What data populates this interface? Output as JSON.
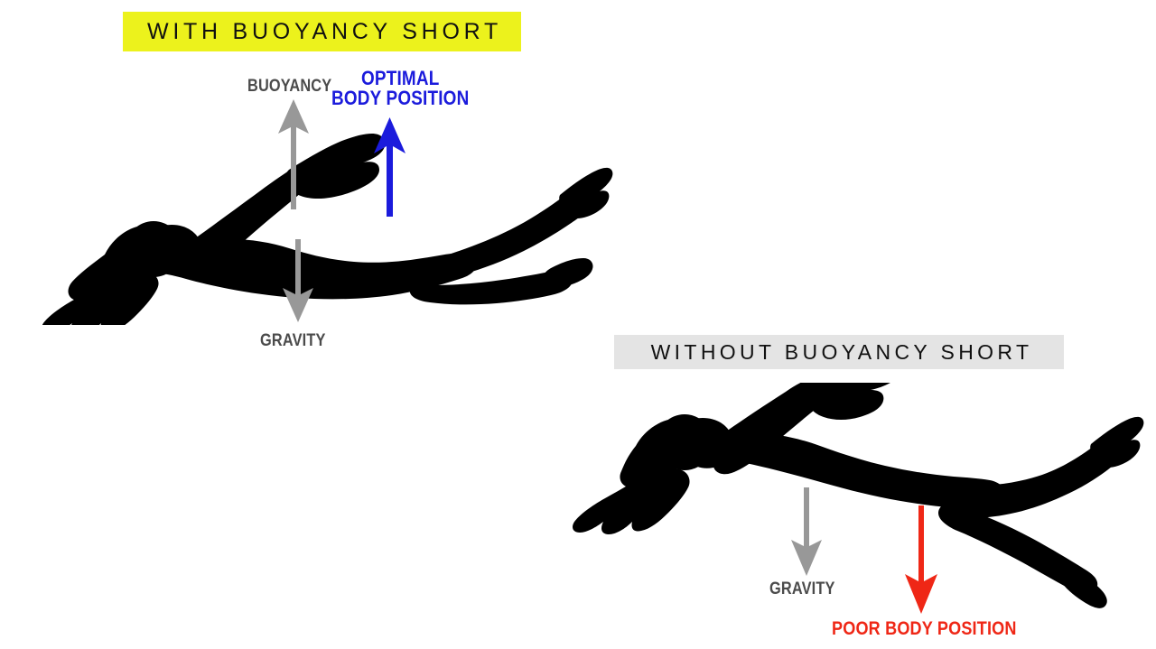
{
  "diagram": {
    "title_top": "WITH BUOYANCY SHORT",
    "title_bottom": "WITHOUT BUOYANCY SHORT"
  },
  "panels": [
    {
      "id": "with-buoyancy-short",
      "banner_label": "WITH BUOYANCY SHORT",
      "banner_color": "#ECF21C",
      "banner_text_color": "#111111",
      "swimmer": {
        "name": "swimmer-silhouette-horizontal",
        "color": "#000000",
        "posture": "horizontal-streamlined"
      },
      "annotations": [
        {
          "name": "buoyancy",
          "label": "BUOYANCY",
          "color": "#4B4B4B",
          "arrow_color": "#989898",
          "arrow_direction": "up"
        },
        {
          "name": "optimal-body-position",
          "label_line1": "OPTIMAL",
          "label_line2": "BODY POSITION",
          "color": "#1B1BDC",
          "arrow_color": "#1B1BDC",
          "arrow_direction": "up"
        },
        {
          "name": "gravity",
          "label": "GRAVITY",
          "color": "#4B4B4B",
          "arrow_color": "#989898",
          "arrow_direction": "down"
        }
      ]
    },
    {
      "id": "without-buoyancy-short",
      "banner_label": "WITHOUT BUOYANCY SHORT",
      "banner_color": "#E4E4E4",
      "banner_text_color": "#111111",
      "swimmer": {
        "name": "swimmer-silhouette-sinking",
        "color": "#000000",
        "posture": "legs-sinking-angled"
      },
      "annotations": [
        {
          "name": "gravity",
          "label": "GRAVITY",
          "color": "#4B4B4B",
          "arrow_color": "#989898",
          "arrow_direction": "down"
        },
        {
          "name": "poor-body-position",
          "label": "POOR BODY POSITION",
          "color": "#EF2716",
          "arrow_color": "#EF2716",
          "arrow_direction": "down"
        }
      ]
    }
  ],
  "labels": {
    "buoyancy": "BUOYANCY",
    "optimal_line1": "OPTIMAL",
    "optimal_line2": "BODY POSITION",
    "gravity_top": "GRAVITY",
    "gravity_bottom": "GRAVITY",
    "poor_body_position": "POOR BODY POSITION"
  },
  "colors": {
    "background": "#FFFFFF",
    "silhouette": "#000000",
    "yellow_banner": "#ECF21C",
    "gray_banner": "#E4E4E4",
    "blue": "#1B1BDC",
    "red": "#EF2716",
    "gray_arrow": "#989898",
    "gray_text": "#4B4B4B",
    "banner_text": "#111111"
  }
}
